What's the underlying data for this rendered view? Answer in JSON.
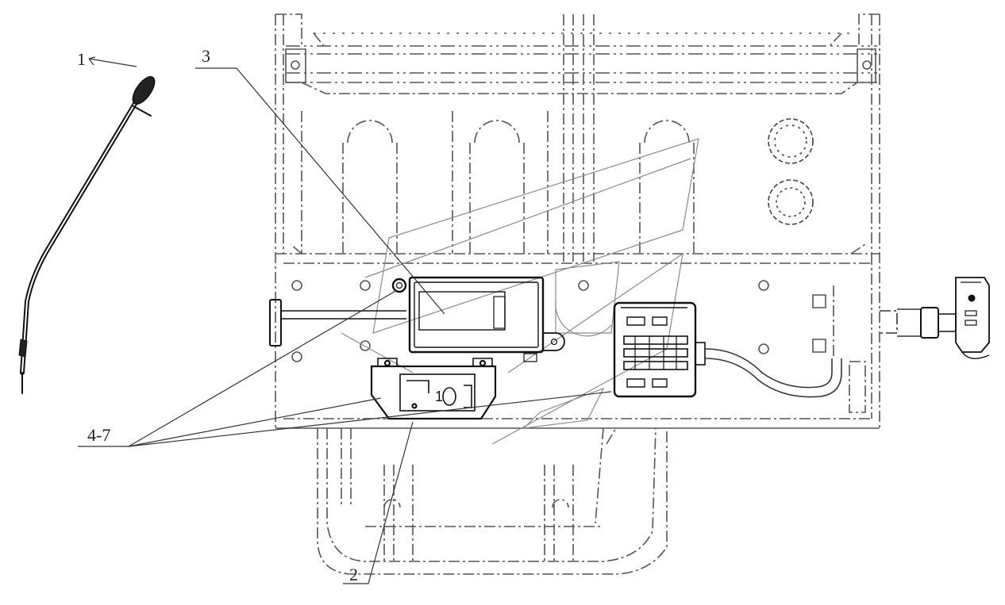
{
  "callouts": {
    "c1": "1",
    "c2": "2",
    "c3": "3",
    "c47": "4-7"
  },
  "colors": {
    "line": "#3a3a3a",
    "faint": "#9a9a9a",
    "ink": "#111111"
  }
}
